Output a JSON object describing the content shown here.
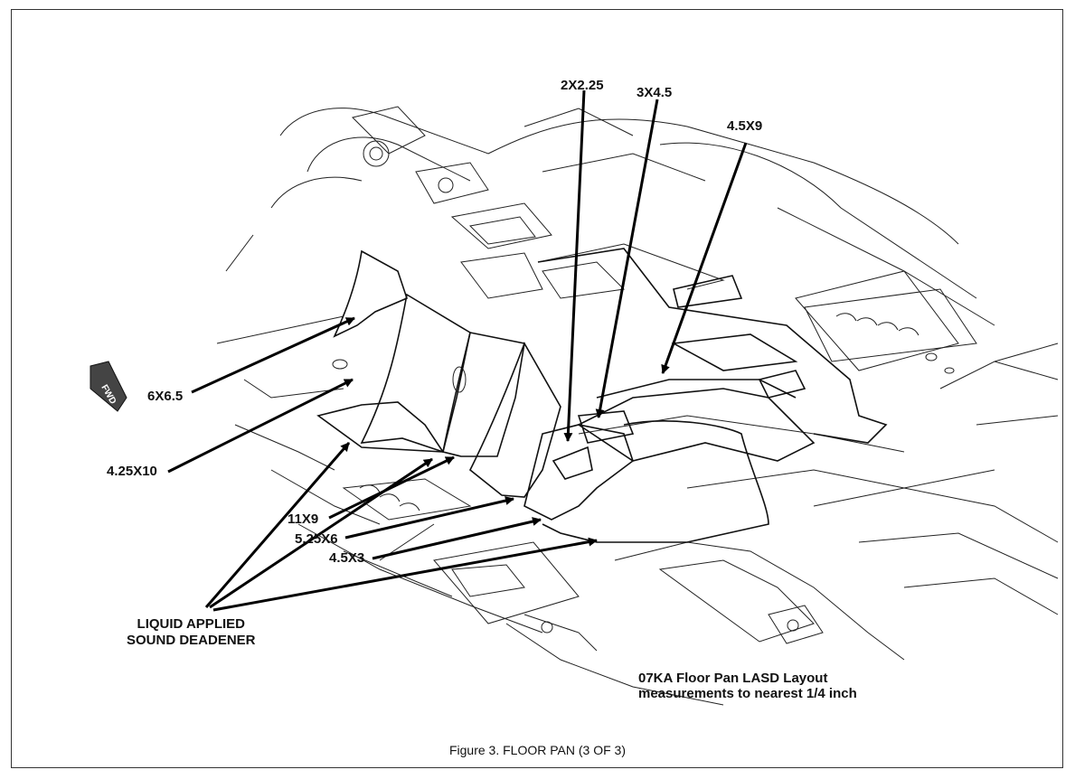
{
  "callouts": {
    "c_2x225": "2X2.25",
    "c_3x45": "3X4.5",
    "c_45x9": "4.5X9",
    "c_6x65": "6X6.5",
    "c_425x10": "4.25X10",
    "c_11x9": "11X9",
    "c_525x6": "5.25X6",
    "c_45x3": "4.5X3"
  },
  "lasd": {
    "line1": "LIQUID APPLIED",
    "line2": "SOUND DEADENER"
  },
  "fwd": "FWD",
  "note": {
    "line1": "07KA Floor Pan LASD Layout",
    "line2": "measurements to nearest 1/4 inch"
  },
  "caption": "Figure 3.  FLOOR PAN (3 OF 3)"
}
